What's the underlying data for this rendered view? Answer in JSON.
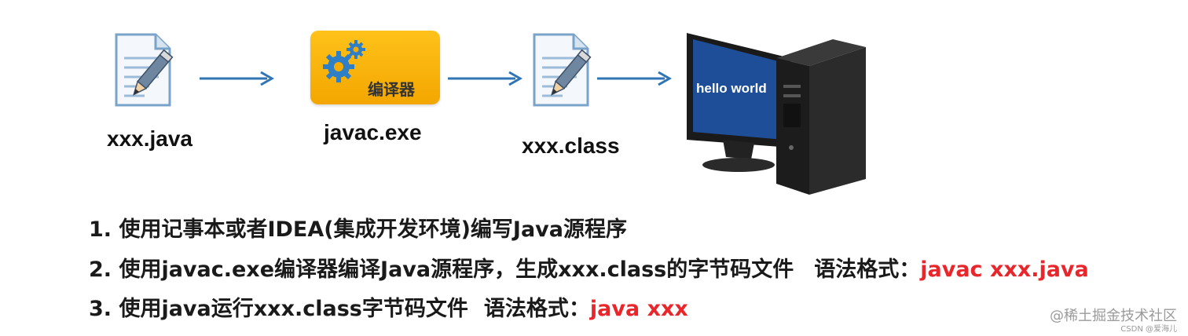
{
  "flow": {
    "source_file": {
      "label": "xxx.java",
      "icon": "text-document-pencil-icon"
    },
    "compiler": {
      "label": "javac.exe",
      "badge_text": "编译器",
      "icon": "gears-icon",
      "color": "#f5ab00"
    },
    "class_file": {
      "label": "xxx.class",
      "icon": "text-document-pencil-icon"
    },
    "computer": {
      "screen_text": "hello world",
      "icon": "desktop-computer-icon",
      "screen_color": "#1f4e99"
    },
    "arrow_color": "#2f74b5"
  },
  "steps": [
    {
      "text": "1. 使用记事本或者IDEA(集成开发环境)编写Java源程序",
      "syntax_label": "",
      "command": ""
    },
    {
      "text": "2. 使用javac.exe编译器编译Java源程序，生成xxx.class的字节码文件",
      "syntax_label": "语法格式：",
      "command": "javac xxx.java"
    },
    {
      "text": "3. 使用java运行xxx.class字节码文件",
      "syntax_label": "语法格式：",
      "command": "java xxx"
    }
  ],
  "command_color": "#e8262b",
  "watermark": {
    "main": "@稀土掘金技术社区",
    "sub": "CSDN @爱海儿"
  }
}
